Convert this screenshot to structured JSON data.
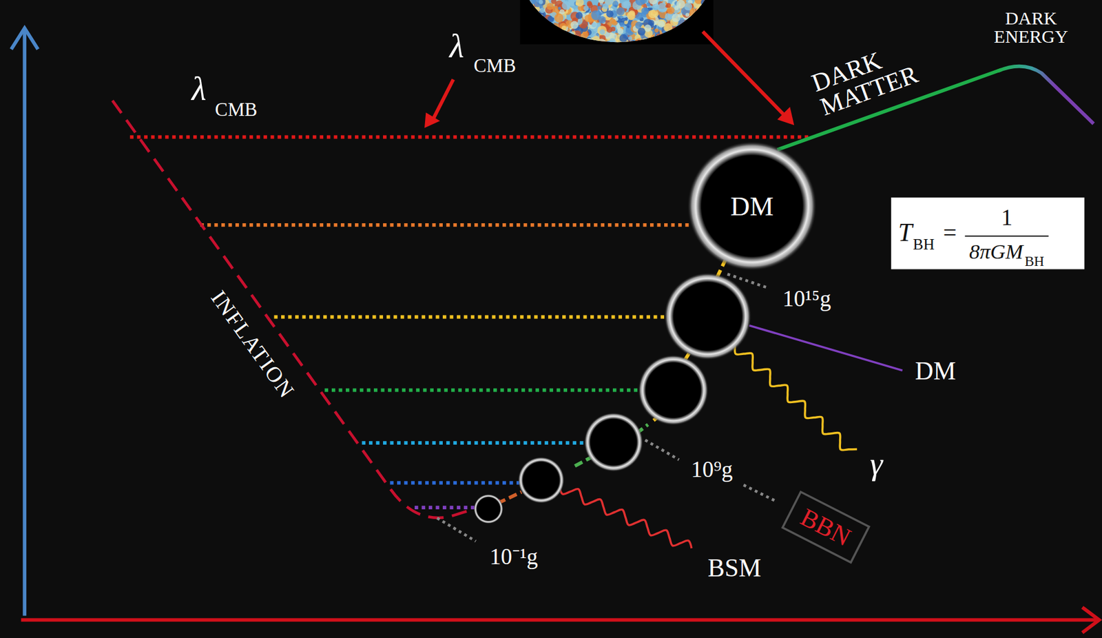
{
  "diagram": {
    "nodes": [
      {
        "text": [
          "DM"
        ]
      },
      {
        "text": [
          "T",
          "BH",
          "=",
          "1",
          "8πGM",
          "BH"
        ]
      },
      {
        "text": [
          "BBN"
        ]
      }
    ],
    "labels": [
      "λ",
      "CMB",
      "λ",
      "CMB",
      "INFLATION",
      "DARK MATTER",
      "DARK ENERGY",
      "10¹⁵g",
      "DM",
      "γ",
      "10⁹g",
      "10⁻¹g",
      "BSM"
    ]
  }
}
